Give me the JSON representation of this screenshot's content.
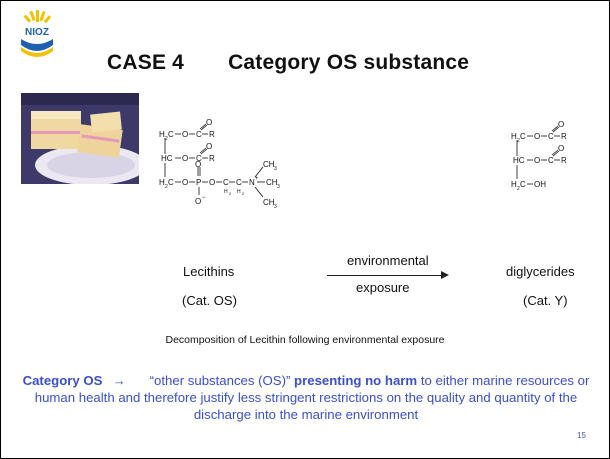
{
  "logo": {
    "text": "NIOZ",
    "icon": "nioz-logo-icon"
  },
  "title": {
    "case": "CASE 4",
    "category": "Category OS substance"
  },
  "photo": {
    "icon": "product-photo-icon"
  },
  "reaction": {
    "left_name": "Lecithins",
    "left_cat": "(Cat. OS)",
    "arrow_top": "environmental",
    "arrow_bottom": "exposure",
    "right_name": "diglycerides",
    "right_cat": "(Cat. Y)"
  },
  "caption": "Decomposition of Lecithin following environmental exposure",
  "paragraph": {
    "lead": "Category OS",
    "arrow": "→",
    "quote": "“other substances (OS)”",
    "bold": "presenting no harm",
    "rest": "to either marine resources or human health and therefore justify less stringent restrictions on the quality and quantity of the discharge into the marine environment"
  },
  "page_number": "15",
  "colors": {
    "accent_blue": "#3a4fd0",
    "logo_yellow": "#f2c200",
    "logo_blue": "#1f5fb0"
  }
}
